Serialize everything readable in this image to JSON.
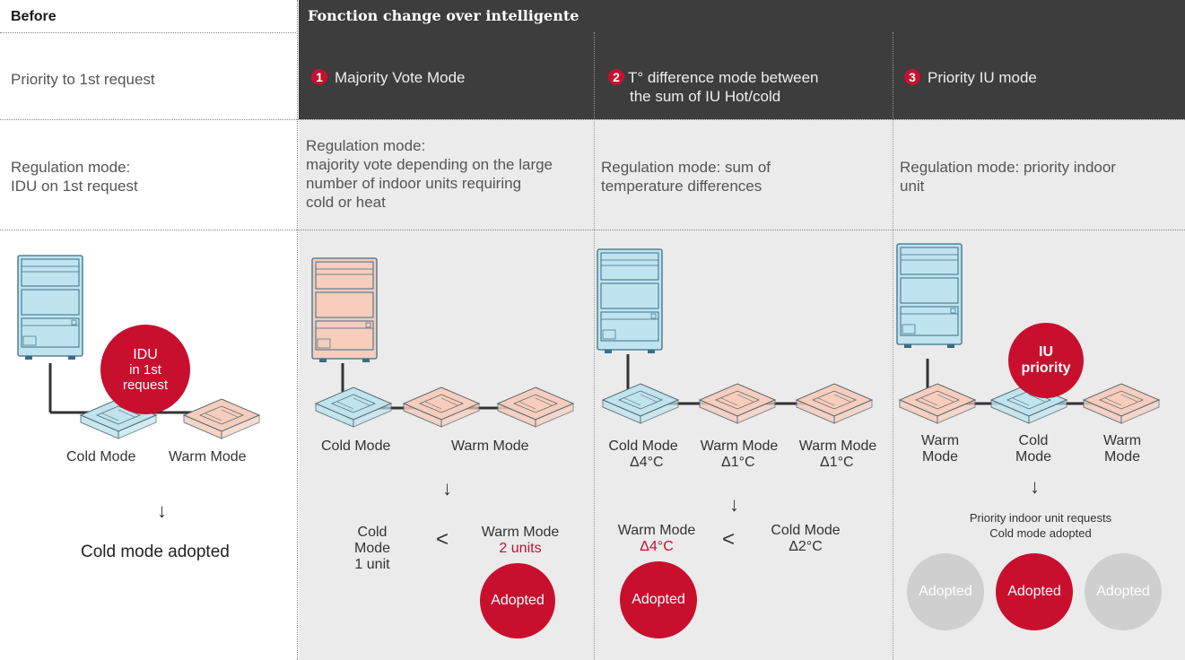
{
  "header": {
    "before": "Before",
    "title": "Fonction change over intelligente"
  },
  "before": {
    "priority": "Priority to 1st request",
    "regulation": [
      "Regulation mode:",
      "IDU on 1st request"
    ],
    "circle": [
      "IDU",
      "in 1st",
      "request"
    ],
    "cold_label": "Cold Mode",
    "warm_label": "Warm Mode",
    "arrow": "↓",
    "result": "Cold mode adopted"
  },
  "modes": [
    {
      "number": "1",
      "title": [
        "Majority Vote Mode"
      ],
      "regulation": [
        "Regulation mode:",
        "majority vote depending on the large",
        "number of indoor units requiring",
        "cold or heat"
      ],
      "cold_label": "Cold Mode",
      "warm_label": "Warm Mode",
      "arrow": "↓",
      "left": [
        "Cold Mode",
        "1 unit"
      ],
      "right": [
        "Warm Mode",
        "2 units"
      ],
      "comparator": "<",
      "adopted": "Adopted"
    },
    {
      "number": "2",
      "title": [
        "T° difference mode between",
        "the sum of IU Hot/cold"
      ],
      "regulation": [
        "Regulation mode: sum of",
        "temperature differences"
      ],
      "units": [
        [
          "Cold Mode",
          "Δ4°C"
        ],
        [
          "Warm Mode",
          "Δ1°C"
        ],
        [
          "Warm Mode",
          "Δ1°C"
        ]
      ],
      "arrow": "↓",
      "left": [
        "Warm Mode",
        "Δ4°C"
      ],
      "right": [
        "Cold Mode",
        "Δ2°C"
      ],
      "comparator": "<",
      "adopted": "Adopted"
    },
    {
      "number": "3",
      "title": [
        "Priority IU mode"
      ],
      "regulation": [
        "Regulation mode: priority indoor",
        "unit"
      ],
      "circle": [
        "IU",
        "priority"
      ],
      "units": [
        [
          "Warm",
          "Mode"
        ],
        [
          "Cold",
          "Mode"
        ],
        [
          "Warm",
          "Mode"
        ]
      ],
      "arrow": "↓",
      "result": [
        "Priority indoor unit requests",
        "Cold mode adopted"
      ],
      "adopted": [
        "Adopted",
        "Adopted",
        "Adopted"
      ]
    }
  ],
  "colors": {
    "accent": "#c8102e",
    "header_dark": "#3d3d3d",
    "panel_grey": "#ebebeb",
    "cold_unit": "#bfe4ef",
    "warm_unit": "#f7cdbd",
    "inactive_circle": "#cfcfcf"
  }
}
